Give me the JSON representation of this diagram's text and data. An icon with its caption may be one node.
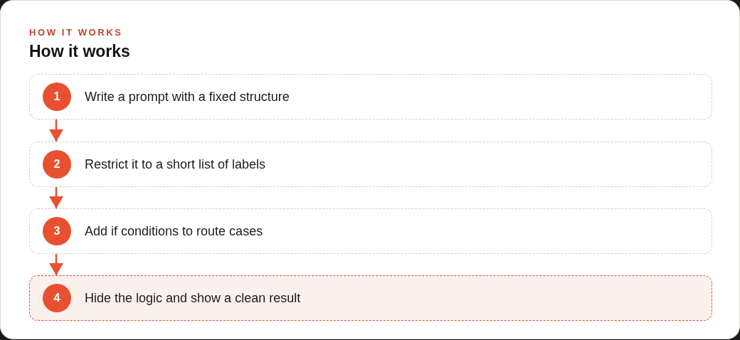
{
  "diagram": {
    "title": "How it works",
    "labels": [
      "HOW IT WORKS"
    ],
    "nodes": [
      {
        "text": [
          "1",
          "Write a prompt with a fixed structure"
        ]
      },
      {
        "text": [
          "2",
          "Restrict it to a short list of labels"
        ]
      },
      {
        "text": [
          "3",
          "Add if conditions to route cases"
        ]
      },
      {
        "text": [
          "4",
          "Hide the logic and show a clean result"
        ]
      }
    ],
    "edges": [
      {
        "from": 0,
        "to": 1,
        "arrow": "to"
      },
      {
        "from": 1,
        "to": 2,
        "arrow": "to"
      },
      {
        "from": 2,
        "to": 3,
        "arrow": "to"
      }
    ]
  }
}
